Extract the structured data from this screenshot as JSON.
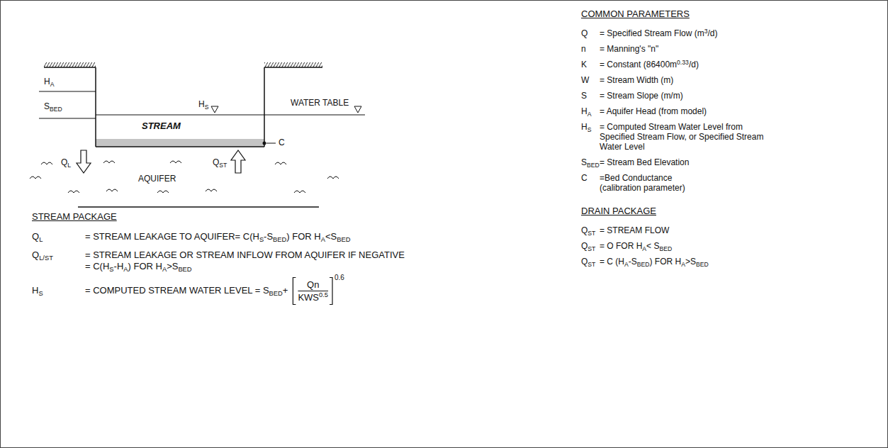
{
  "diagram": {
    "labels": [
      "HA",
      "HS",
      "WATER TABLE",
      "SBED",
      "STREAM",
      "C",
      "QL",
      "QST",
      "AQUIFER",
      "STREAM PACKAGE",
      "QL",
      "= STREAM LEAKAGE TO AQUIFER= C(HS-SBED) FOR HA<SBED",
      "QL/ST",
      "= STREAM LEAKAGE OR STREAM INFLOW FROM AQUIFER IF NEGATIVE = C(HS-HA) FOR HA>SBED",
      "HS",
      "= COMPUTED STREAM WATER LEVEL = SBED+",
      "Qn",
      "KWS0.5",
      "0.6",
      "COMMON PARAMETERS",
      "Q",
      "= Specified Stream Flow (m3/d)",
      "n",
      "= Manning's \"n\"",
      "K",
      "= Constant (86400m0.33/d)",
      "W",
      "= Stream Width (m)",
      "S",
      "= Stream Slope (m/m)",
      "HA",
      "= Aquifer Head (from model)",
      "HS",
      "= Computed Stream Water Level from Specified Stream Flow, or Specified Stream Water Level",
      "SBED",
      "= Stream Bed Elevation",
      "C",
      "=Bed Conductance (calibration parameter)",
      "DRAIN PACKAGE",
      "QST",
      "= STREAM FLOW",
      "QST",
      "= O FOR HA< SBED",
      "QST",
      "= C (HA-SBED) FOR HA>SBED"
    ]
  }
}
